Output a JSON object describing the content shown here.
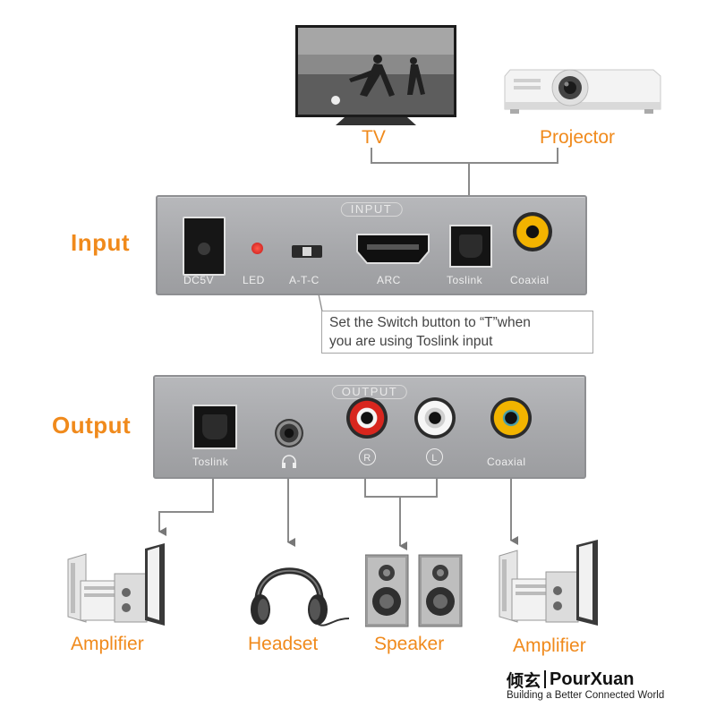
{
  "devices": {
    "tv": "TV",
    "projector": "Projector",
    "amplifier_left": "Amplifier",
    "headset": "Headset",
    "speaker": "Speaker",
    "amplifier_right": "Amplifier"
  },
  "sections": {
    "input": "Input",
    "output": "Output"
  },
  "input_panel": {
    "title": "INPUT",
    "ports": [
      "DC5V",
      "LED",
      "A-T-C",
      "ARC",
      "Toslink",
      "Coaxial"
    ]
  },
  "output_panel": {
    "title": "OUTPUT",
    "ports": [
      "Toslink",
      "R",
      "L",
      "Coaxial"
    ]
  },
  "note": {
    "line1": "Set the Switch button to “T”when",
    "line2": "you are using Toslink input"
  },
  "brand": {
    "chinese": "倾玄",
    "name": "PourXuan",
    "tagline": "Building a Better Connected World"
  },
  "colors": {
    "label_orange": "#f08a1c",
    "panel_gray": "#a9aaad",
    "led_red": "#e32222",
    "coaxial_yellow": "#f2b400",
    "rca_red": "#d8261e",
    "rca_white": "#f2f2f2",
    "connector_line": "#777777"
  }
}
